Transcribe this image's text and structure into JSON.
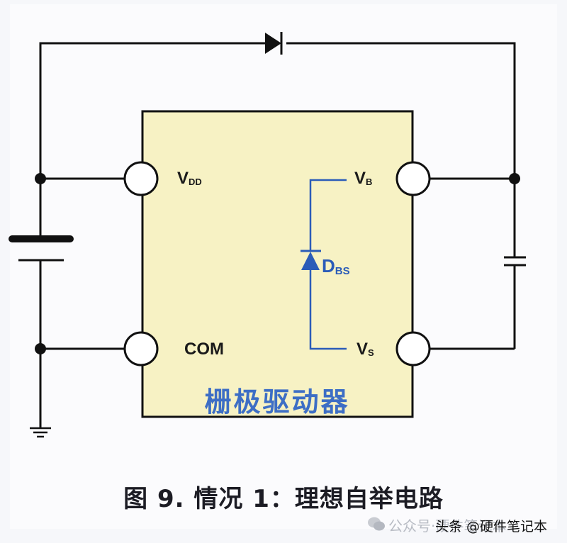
{
  "diagram": {
    "type": "circuit-schematic",
    "chip": {
      "title": "栅极驱动器",
      "fill_color": "#f7f2c4",
      "pins": [
        {
          "id": "vdd",
          "main": "V",
          "sub": "DD"
        },
        {
          "id": "com",
          "main": "COM",
          "sub": ""
        },
        {
          "id": "vb",
          "main": "V",
          "sub": "B"
        },
        {
          "id": "vs",
          "main": "V",
          "sub": "S"
        }
      ]
    },
    "internal_diode": {
      "main": "D",
      "sub": "BS",
      "color": "#2b5cb8"
    },
    "components": [
      "bootstrap-diode",
      "battery",
      "bootstrap-capacitor",
      "ground"
    ],
    "caption": "图 9. 情况 1：理想自举电路",
    "watermark": {
      "faint": "公众号·硬件笔记本",
      "main": "头条 @硬件笔记本"
    }
  }
}
